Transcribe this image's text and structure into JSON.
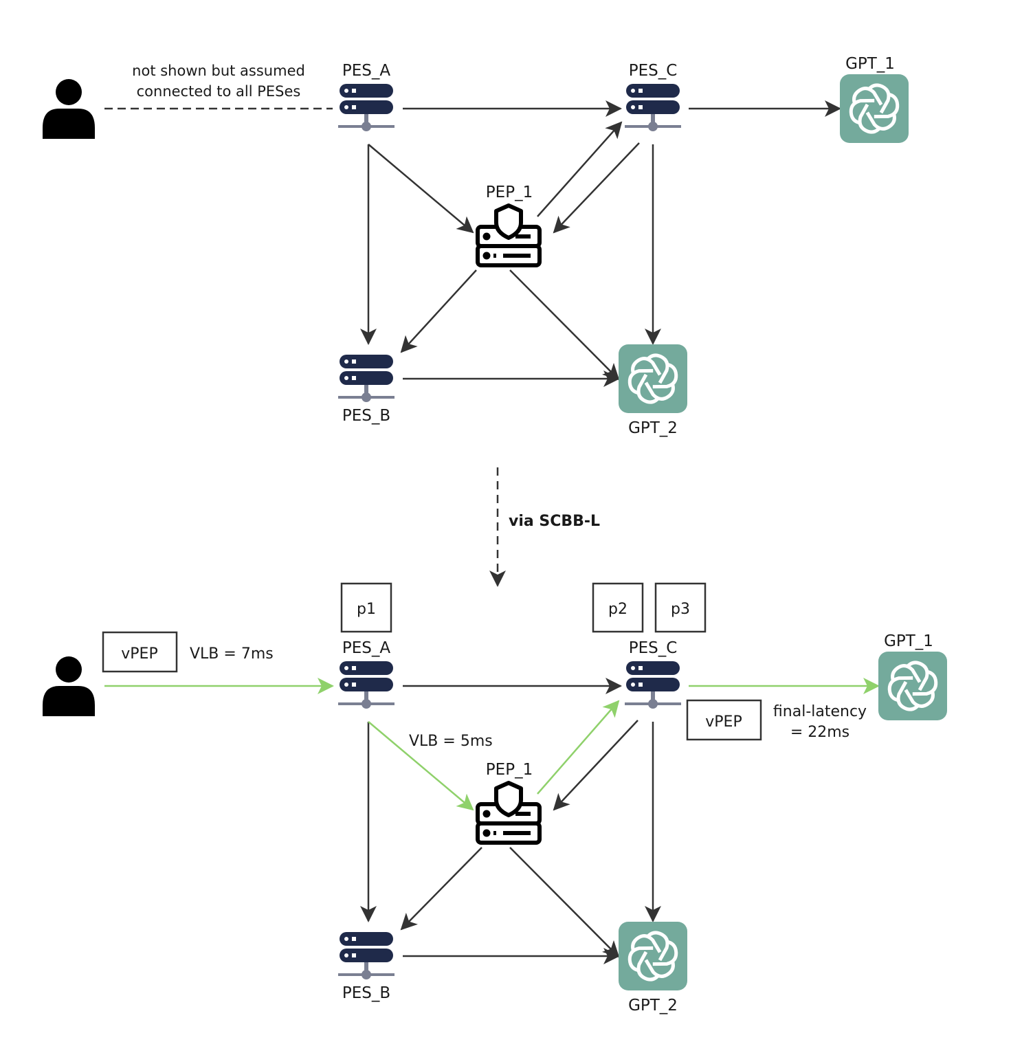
{
  "colors": {
    "edge": "#333333",
    "highlight": "#8fd16b",
    "server": "#1f2a4a",
    "server_base": "#7a7f92",
    "gpt_bg": "#74aa9c",
    "person": "#000000"
  },
  "top": {
    "note_line1": "not shown but assumed",
    "note_line2": "connected to all PESes",
    "pes_a": "PES_A",
    "pes_b": "PES_B",
    "pes_c": "PES_C",
    "pep_1": "PEP_1",
    "gpt_1": "GPT_1",
    "gpt_2": "GPT_2"
  },
  "transition": {
    "label": "via SCBB-L"
  },
  "bottom": {
    "pes_a": "PES_A",
    "pes_b": "PES_B",
    "pes_c": "PES_C",
    "pep_1": "PEP_1",
    "gpt_1": "GPT_1",
    "gpt_2": "GPT_2",
    "p1": "p1",
    "p2": "p2",
    "p3": "p3",
    "vpep_left": "vPEP",
    "vlb_left": "VLB = 7ms",
    "vlb_mid": "VLB = 5ms",
    "vpep_right": "vPEP",
    "final_latency_line1": "final-latency",
    "final_latency_line2": "= 22ms"
  }
}
